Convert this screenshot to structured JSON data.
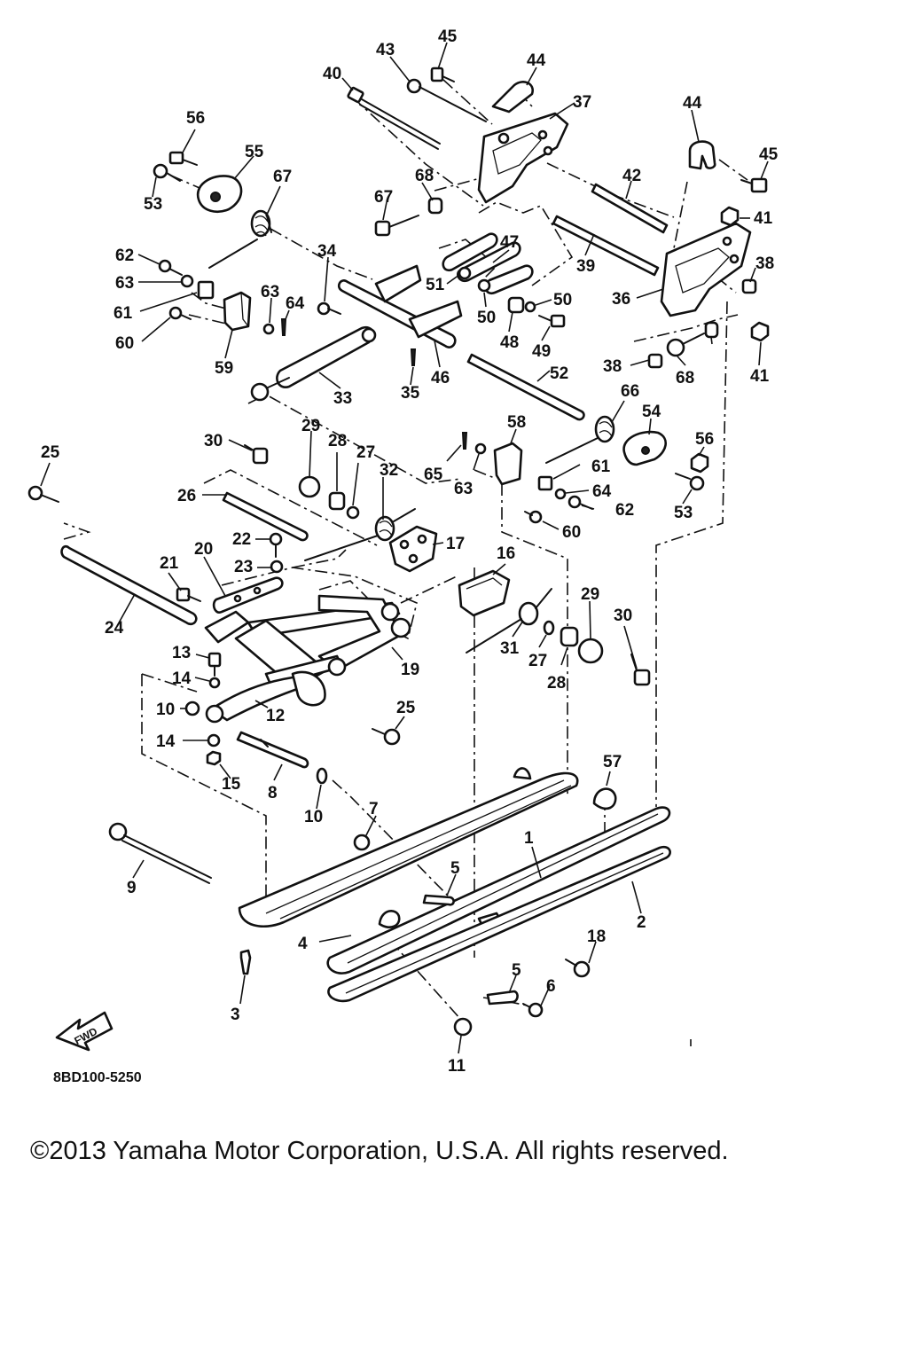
{
  "diagram": {
    "drawing_code": "8BD100-5250",
    "fwd_label": "FWD",
    "callouts": [
      "1",
      "2",
      "3",
      "4",
      "5",
      "5",
      "6",
      "7",
      "8",
      "9",
      "10",
      "10",
      "11",
      "12",
      "13",
      "14",
      "14",
      "15",
      "16",
      "17",
      "18",
      "19",
      "20",
      "21",
      "22",
      "23",
      "24",
      "25",
      "25",
      "26",
      "27",
      "27",
      "28",
      "28",
      "29",
      "29",
      "30",
      "30",
      "31",
      "32",
      "33",
      "34",
      "35",
      "36",
      "37",
      "38",
      "38",
      "39",
      "40",
      "41",
      "41",
      "42",
      "43",
      "44",
      "44",
      "45",
      "45",
      "46",
      "47",
      "48",
      "49",
      "50",
      "50",
      "51",
      "52",
      "53",
      "53",
      "54",
      "55",
      "56",
      "56",
      "57",
      "58",
      "59",
      "60",
      "60",
      "61",
      "61",
      "62",
      "62",
      "63",
      "63",
      "63",
      "64",
      "64",
      "65",
      "66",
      "67",
      "67",
      "68",
      "68"
    ]
  },
  "footer": {
    "copyright": "©2013 Yamaha Motor Corporation, U.S.A. All rights reserved."
  }
}
